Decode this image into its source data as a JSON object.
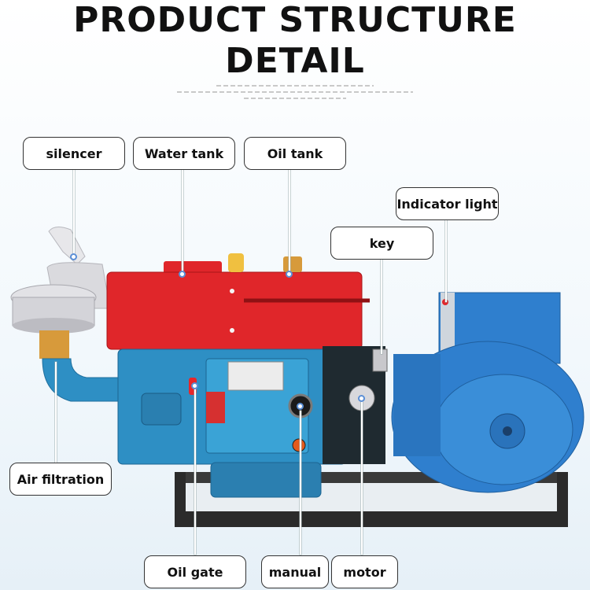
{
  "heading": {
    "line1": "PRODUCT STRUCTURE",
    "line2": "DETAIL"
  },
  "labels": {
    "silencer": "silencer",
    "water_tank": "Water tank",
    "oil_tank": "Oil tank",
    "indicator_light": "Indicator light",
    "key": "key",
    "air_filtration": "Air filtration",
    "oil_gate": "Oil gate",
    "manual": "manual",
    "motor": "motor"
  },
  "colors": {
    "tank_red": "#e0262a",
    "engine_blue": "#2e8fc4",
    "generator_blue": "#2f7fce",
    "frame_dark": "#2b2b2b"
  }
}
